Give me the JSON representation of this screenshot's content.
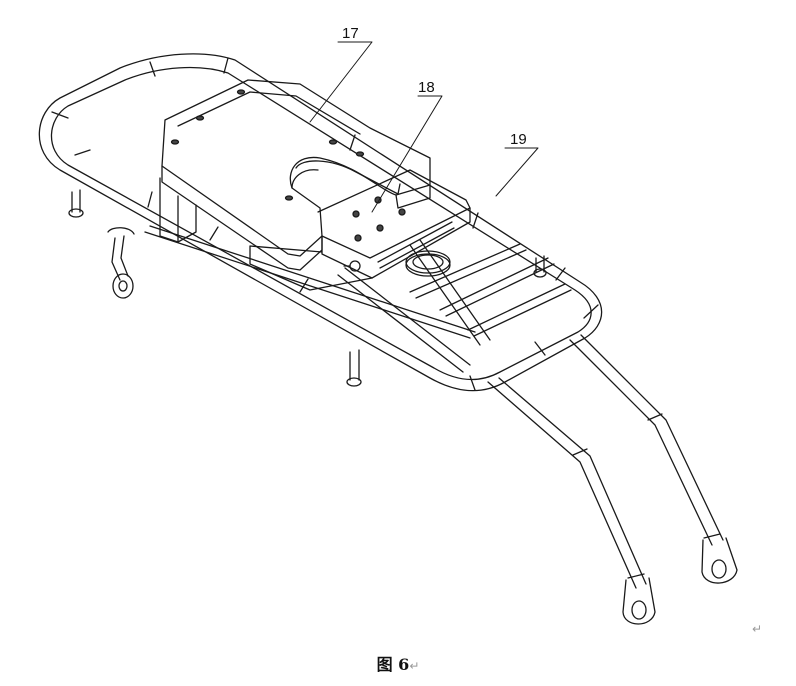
{
  "labels": {
    "part17": "17",
    "part18": "18",
    "part19": "19"
  },
  "caption": "图 6",
  "paragraph_mark": "↵",
  "colors": {
    "line": "#1a1a1a",
    "shade": "#5a5a5a",
    "background": "#ffffff"
  }
}
